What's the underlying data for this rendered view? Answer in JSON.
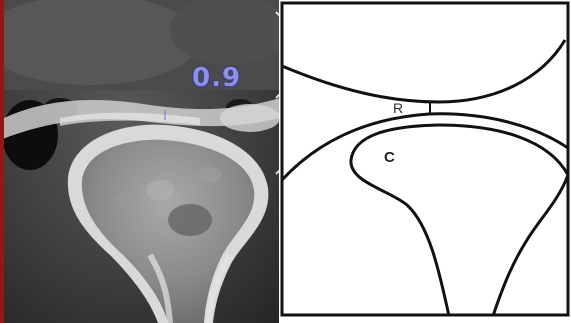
{
  "ct_panel": {
    "measurement_label": "0.9"
  },
  "diagram_panel": {
    "label_r": "R",
    "label_c": "C"
  }
}
